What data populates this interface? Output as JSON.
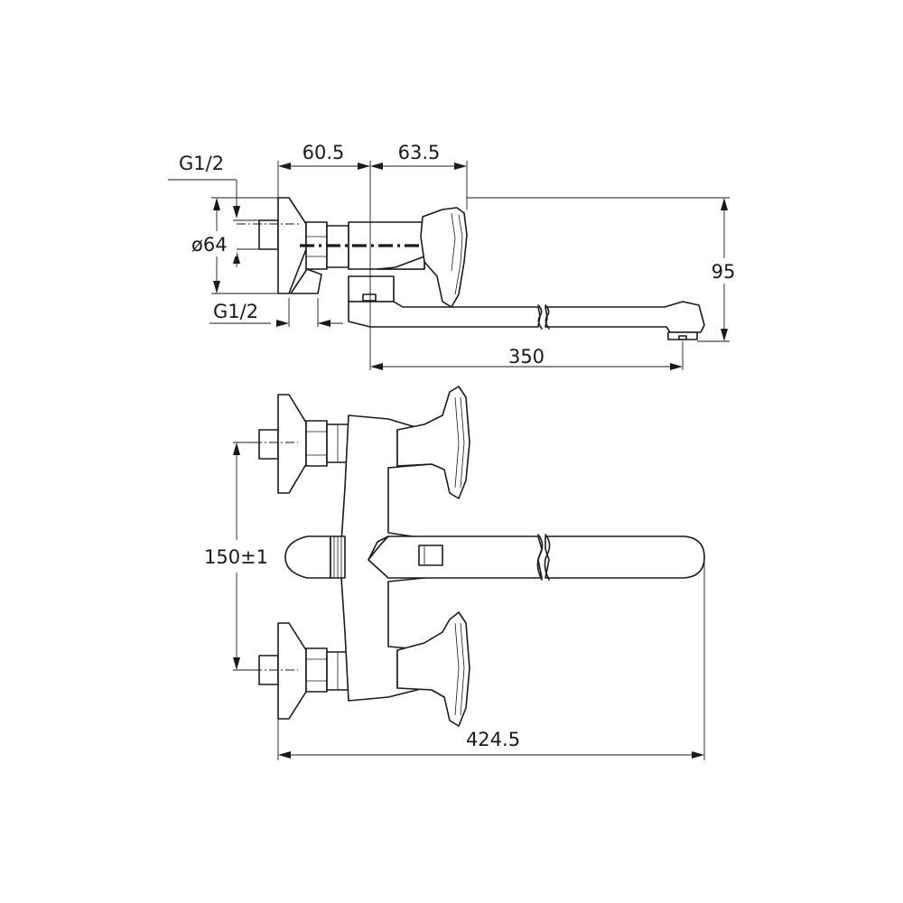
{
  "dimensions": {
    "d60_5": "60.5",
    "d63_5": "63.5",
    "g12_top": "G1/2",
    "d_o64": "ø64",
    "g12_bottom": "G1/2",
    "d95": "95",
    "d350": "350",
    "d150": "150±1",
    "d424_5": "424.5"
  }
}
